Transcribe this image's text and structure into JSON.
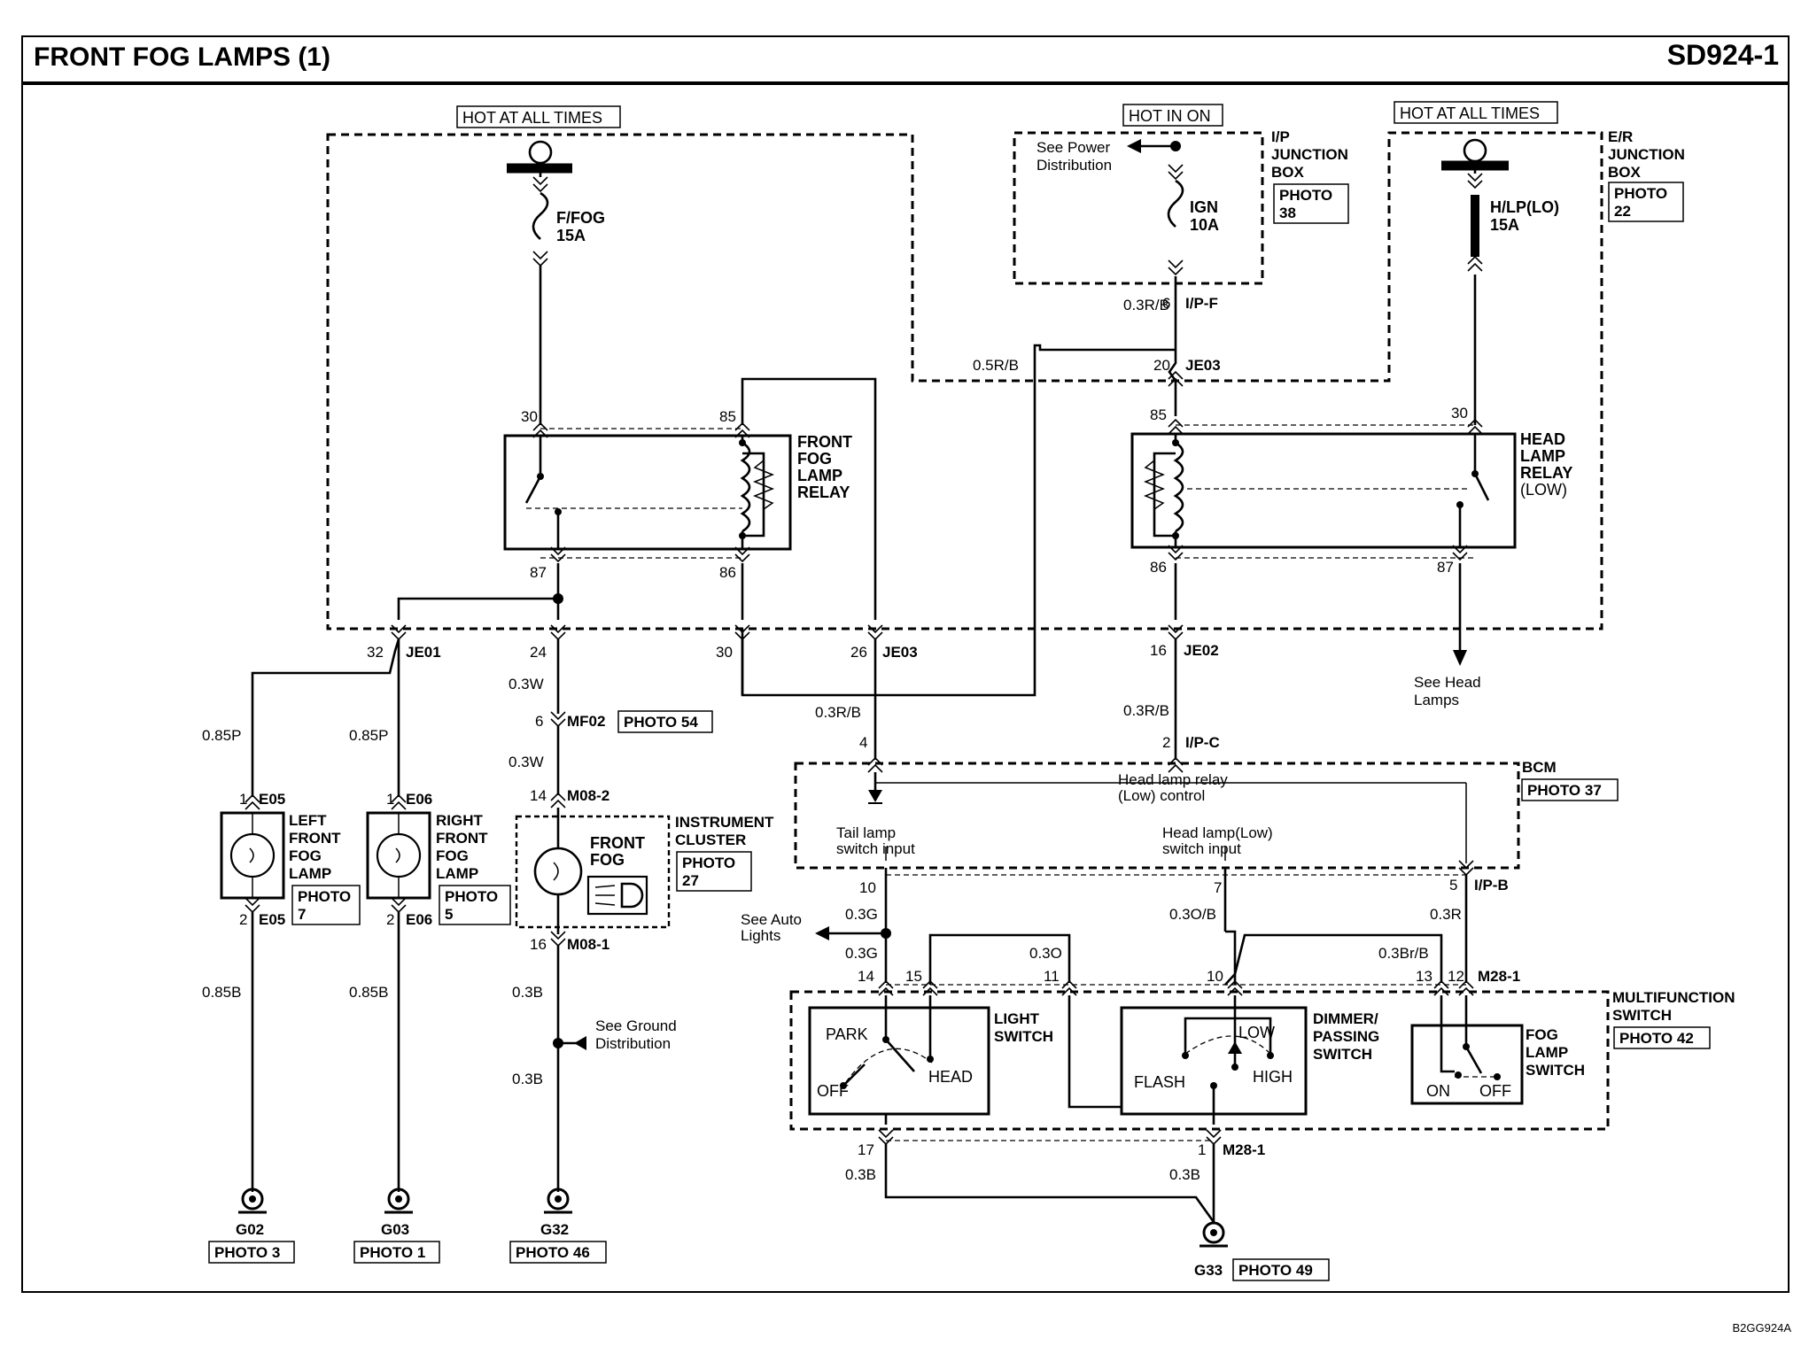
{
  "header": {
    "title": "FRONT FOG LAMPS (1)",
    "code": "SD924-1"
  },
  "figure_code": "B2GG924A",
  "power": {
    "hot_at_all_times_left": "HOT AT ALL TIMES",
    "hot_in_on": "HOT IN ON",
    "hot_at_all_times_right": "HOT AT ALL TIMES"
  },
  "fuses": {
    "ffog": {
      "name": "F/FOG",
      "amp": "15A"
    },
    "ign": {
      "name": "IGN",
      "amp": "10A"
    },
    "hlp": {
      "name": "H/LP(LO)",
      "amp": "15A"
    }
  },
  "junction_boxes": {
    "ip": {
      "lines": [
        "I/P",
        "JUNCTION",
        "BOX"
      ],
      "photo": [
        "PHOTO",
        "38"
      ]
    },
    "er": {
      "lines": [
        "E/R",
        "JUNCTION",
        "BOX"
      ],
      "photo": [
        "PHOTO",
        "22"
      ]
    }
  },
  "see_power": [
    "See Power",
    "Distribution"
  ],
  "relays": {
    "fog": {
      "lines": [
        "FRONT",
        "FOG",
        "LAMP",
        "RELAY"
      ],
      "pins": [
        "30",
        "85",
        "87",
        "86"
      ]
    },
    "head": {
      "lines": [
        "HEAD",
        "LAMP",
        "RELAY",
        "(LOW)"
      ],
      "pins": [
        "85",
        "30",
        "86",
        "87"
      ]
    }
  },
  "connectors": {
    "je01": "JE01",
    "je03": "JE03",
    "je02": "JE02",
    "ipf": "I/P-F",
    "ipc": "I/P-C",
    "ipb": "I/P-B",
    "mf02": "MF02",
    "m08_2": "M08-2",
    "m08_1": "M08-1",
    "e05": "E05",
    "e06": "E06",
    "m28_1": "M28-1"
  },
  "pins": {
    "p6": "6",
    "p20": "20",
    "p32": "32",
    "p24": "24",
    "p30": "30",
    "p26": "26",
    "p16": "16",
    "p4": "4",
    "p2": "2",
    "p6b": "6",
    "p14": "14",
    "p16b": "16",
    "p1a": "1",
    "p2a": "2",
    "p1b": "1",
    "p2b": "2",
    "p10": "10",
    "p7": "7",
    "p5": "5",
    "p14b": "14",
    "p15": "15",
    "p11": "11",
    "p10b": "10",
    "p13": "13",
    "p12": "12",
    "p17": "17",
    "p1c": "1"
  },
  "wires": {
    "w03rb_top": "0.3R/B",
    "w05rb": "0.5R/B",
    "w085p_l": "0.85P",
    "w085p_r": "0.85P",
    "w03w_a": "0.3W",
    "w03w_b": "0.3W",
    "w03rb_mid": "0.3R/B",
    "w03rb_je02": "0.3R/B",
    "w085b_l": "0.85B",
    "w085b_r": "0.85B",
    "w03b_a": "0.3B",
    "w03b_b": "0.3B",
    "w03g_a": "0.3G",
    "w03g_b": "0.3G",
    "w03o": "0.3O",
    "w03ob": "0.3O/B",
    "w03r": "0.3R",
    "w03brb": "0.3Br/B",
    "w03b_c": "0.3B",
    "w03b_d": "0.3B"
  },
  "photos": {
    "mf02": "PHOTO 54",
    "left_lamp": [
      "PHOTO",
      "7"
    ],
    "right_lamp": [
      "PHOTO",
      "5"
    ],
    "cluster": [
      "PHOTO",
      "27"
    ],
    "bcm": "PHOTO 37",
    "mfs": "PHOTO 42"
  },
  "lamps": {
    "left": [
      "LEFT",
      "FRONT",
      "FOG",
      "LAMP"
    ],
    "right": [
      "RIGHT",
      "FRONT",
      "FOG",
      "LAMP"
    ]
  },
  "cluster": {
    "lines": [
      "INSTRUMENT",
      "CLUSTER"
    ],
    "indicator": [
      "FRONT",
      "FOG"
    ]
  },
  "see_head_lamps": [
    "See Head",
    "Lamps"
  ],
  "see_ground": [
    "See Ground",
    "Distribution"
  ],
  "see_auto": [
    "See Auto",
    "Lights"
  ],
  "bcm": {
    "title": "BCM",
    "relay_control": [
      "Head lamp relay",
      "(Low) control"
    ],
    "tail_input": [
      "Tail lamp",
      "switch input"
    ],
    "head_input": [
      "Head lamp(Low)",
      "switch input"
    ]
  },
  "mfs": {
    "title": [
      "MULTIFUNCTION",
      "SWITCH"
    ],
    "light_switch": [
      "LIGHT",
      "SWITCH"
    ],
    "dimmer": [
      "DIMMER/",
      "PASSING",
      "SWITCH"
    ],
    "fog_switch": [
      "FOG",
      "LAMP",
      "SWITCH"
    ],
    "park": "PARK",
    "off": "OFF",
    "head": "HEAD",
    "low": "LOW",
    "flash": "FLASH",
    "high": "HIGH",
    "on": "ON",
    "off2": "OFF"
  },
  "grounds": [
    {
      "id": "G02",
      "photo": "PHOTO 3"
    },
    {
      "id": "G03",
      "photo": "PHOTO 1"
    },
    {
      "id": "G32",
      "photo": "PHOTO 46"
    },
    {
      "id": "G33",
      "photo": "PHOTO 49"
    }
  ]
}
